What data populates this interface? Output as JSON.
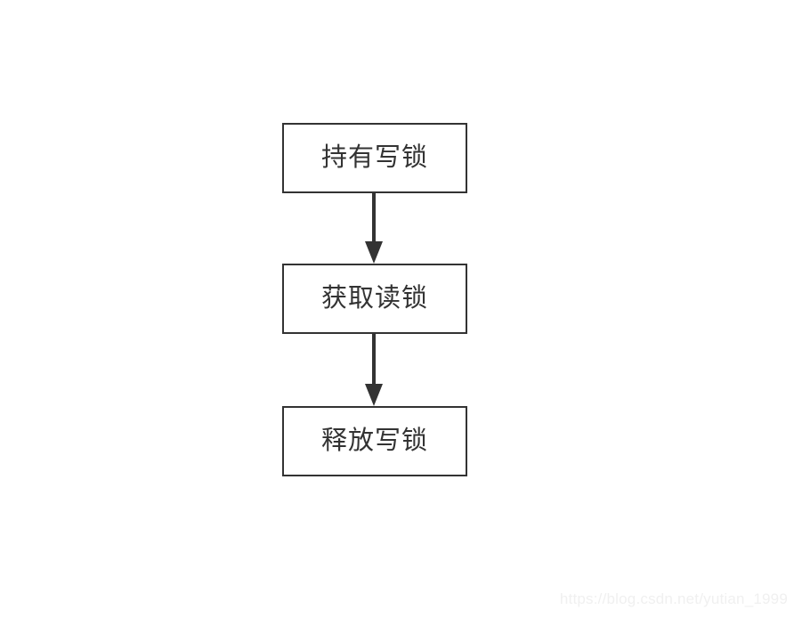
{
  "diagram": {
    "type": "flowchart",
    "orientation": "vertical",
    "background_color": "#ffffff",
    "stroke_color": "#333333",
    "text_color": "#333333",
    "nodes": [
      {
        "id": "hold-write-lock",
        "label": "持有写锁",
        "shape": "rectangle"
      },
      {
        "id": "acquire-read-lock",
        "label": "获取读锁",
        "shape": "rectangle"
      },
      {
        "id": "release-write-lock",
        "label": "释放写锁",
        "shape": "rectangle"
      }
    ],
    "edges": [
      {
        "id": "edge-1",
        "from": "hold-write-lock",
        "to": "acquire-read-lock",
        "style": "solid",
        "arrowhead": "filled-triangle",
        "label": ""
      },
      {
        "id": "edge-2",
        "from": "acquire-read-lock",
        "to": "release-write-lock",
        "style": "solid",
        "arrowhead": "filled-triangle",
        "label": ""
      }
    ]
  },
  "watermark": {
    "text": "https://blog.csdn.net/yutian_1999",
    "color": "#f0f0f0"
  }
}
